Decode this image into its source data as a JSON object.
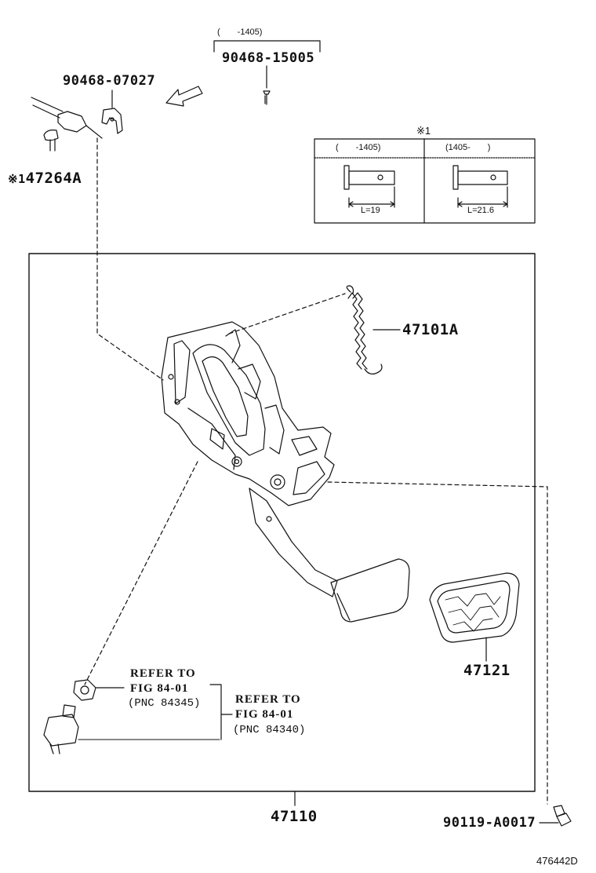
{
  "parts": {
    "p90468_15005": {
      "number": "90468-15005",
      "range": "(　　-1405)"
    },
    "p90468_07027": {
      "number": "90468-07027"
    },
    "p47264A": {
      "prefix": "※1",
      "number": "47264A"
    },
    "p47101A": {
      "number": "47101A"
    },
    "p47121": {
      "number": "47121"
    },
    "p47110": {
      "number": "47110"
    },
    "p90119_A0017": {
      "number": "90119-A0017"
    }
  },
  "note_table": {
    "marker": "※1",
    "columns": [
      {
        "header": "(　　-1405)",
        "dimension": "L=19"
      },
      {
        "header": "(1405-　　)",
        "dimension": "L=21.6"
      }
    ]
  },
  "refs": {
    "switch_84345": {
      "line1": "REFER TO",
      "line2": "FIG 84-01",
      "line3": "(PNC 84345)"
    },
    "switch_84340": {
      "line1": "REFER TO",
      "line2": "FIG 84-01",
      "line3": "(PNC 84340)"
    }
  },
  "illustration_code": "476442D"
}
